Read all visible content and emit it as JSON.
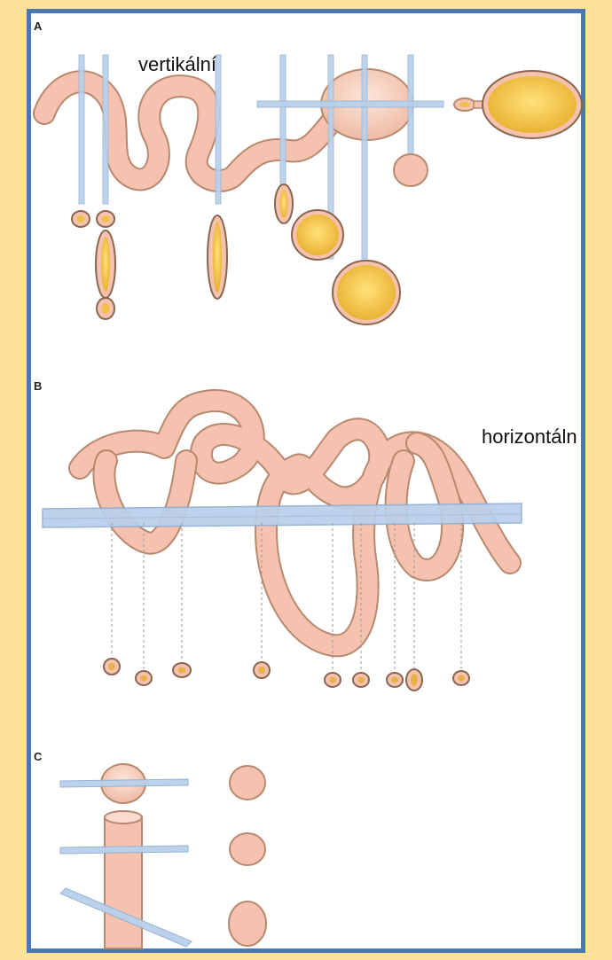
{
  "panels": {
    "a": {
      "letter": "A"
    },
    "b": {
      "letter": "B"
    },
    "c": {
      "letter": "C"
    }
  },
  "labels": {
    "vertical": "vertikální",
    "horizontal": "horizontáln"
  },
  "colors": {
    "background": "#FFE29A",
    "frame": "#4A78B5",
    "tube_fill": "#F4C2AE",
    "tube_outline": "#B7896F",
    "section_plane": "#B9D0EA",
    "lumen_fill": "#F2C04A"
  }
}
